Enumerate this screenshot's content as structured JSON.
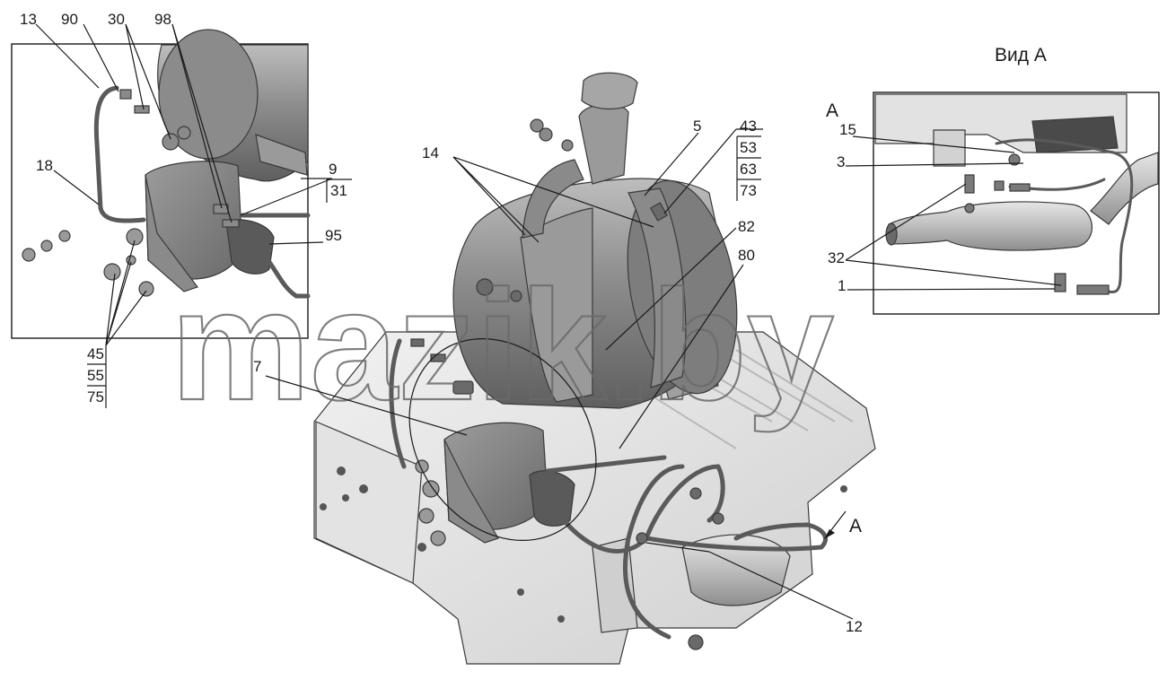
{
  "labels": {
    "l13": "13",
    "l90": "90",
    "l30": "30",
    "l98": "98",
    "l18": "18",
    "l9": "9",
    "l31": "31",
    "l95": "95",
    "l45": "45",
    "l55": "55",
    "l75": "75",
    "l14": "14",
    "l5": "5",
    "l43": "43",
    "l53": "53",
    "l63": "63",
    "l73": "73",
    "l82": "82",
    "l80": "80",
    "l7": "7",
    "l12": "12",
    "arrowA": "A",
    "viewTitle": "Вид А",
    "viewA": "A",
    "l15": "15",
    "l3": "3",
    "l32": "32",
    "l1": "1"
  },
  "watermark": "mazik.by",
  "colors": {
    "part_light": "#d8d8d8",
    "part_mid": "#a9a9a9",
    "part_dark": "#6f6f6f",
    "ink": "#1a1a1a"
  }
}
